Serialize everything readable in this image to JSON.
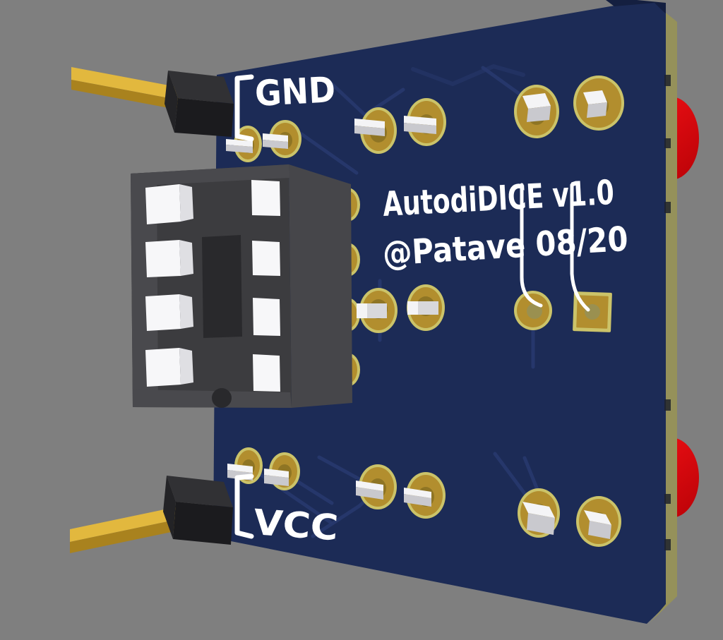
{
  "scene": {
    "type": "3d-pcb-render",
    "description": "Perspective 3D render of a dark blue printed circuit board on a gray background"
  },
  "silkscreen": {
    "title": "AutodiDICE v1.0",
    "credit": "@Patave 08/20",
    "top_header_label": "GND",
    "bottom_header_label": "VCC"
  },
  "components": {
    "socket": "8-pin DIP socket with white contacts",
    "headers": [
      "GND 1-pin header with gold pin",
      "VCC 1-pin header with gold pin"
    ],
    "leds": [
      "red LED on right edge (top)",
      "red LED on right edge (bottom)"
    ],
    "pads": "gold through-hole pads with clipped silver leads",
    "extra_pads": [
      "round annular pad",
      "square annular pad"
    ]
  },
  "colors": {
    "background": "#7f7f7f",
    "board": "#1c2b56",
    "board_edge_dark": "#141f40",
    "substrate": "#95915a",
    "trace": "#28396e",
    "silkscreen": "#ffffff",
    "pad_rim": "#cbc369",
    "pad_gold": "#b28e2e",
    "pad_inner": "#8f7524",
    "pad_hole": "#9a9050",
    "lead_top": "#f4f4f6",
    "lead_front": "#c9c9ce",
    "lead_flat": "#d8d8db",
    "socket_top": "#3c3c3f",
    "socket_side": "#46464a",
    "socket_rail": "#49494d",
    "socket_cavity": "#29292c",
    "contact": "#f7f7f9",
    "contact_side": "#dfdfe3",
    "header_top": "#313134",
    "header_front": "#1b1b1e",
    "header_side": "#232326",
    "pin_gold": "#e2b83e",
    "pin_gold_dark": "#a9821e",
    "led": "#e60c11",
    "led_dark": "#c20409",
    "mark": "#1e222b"
  }
}
